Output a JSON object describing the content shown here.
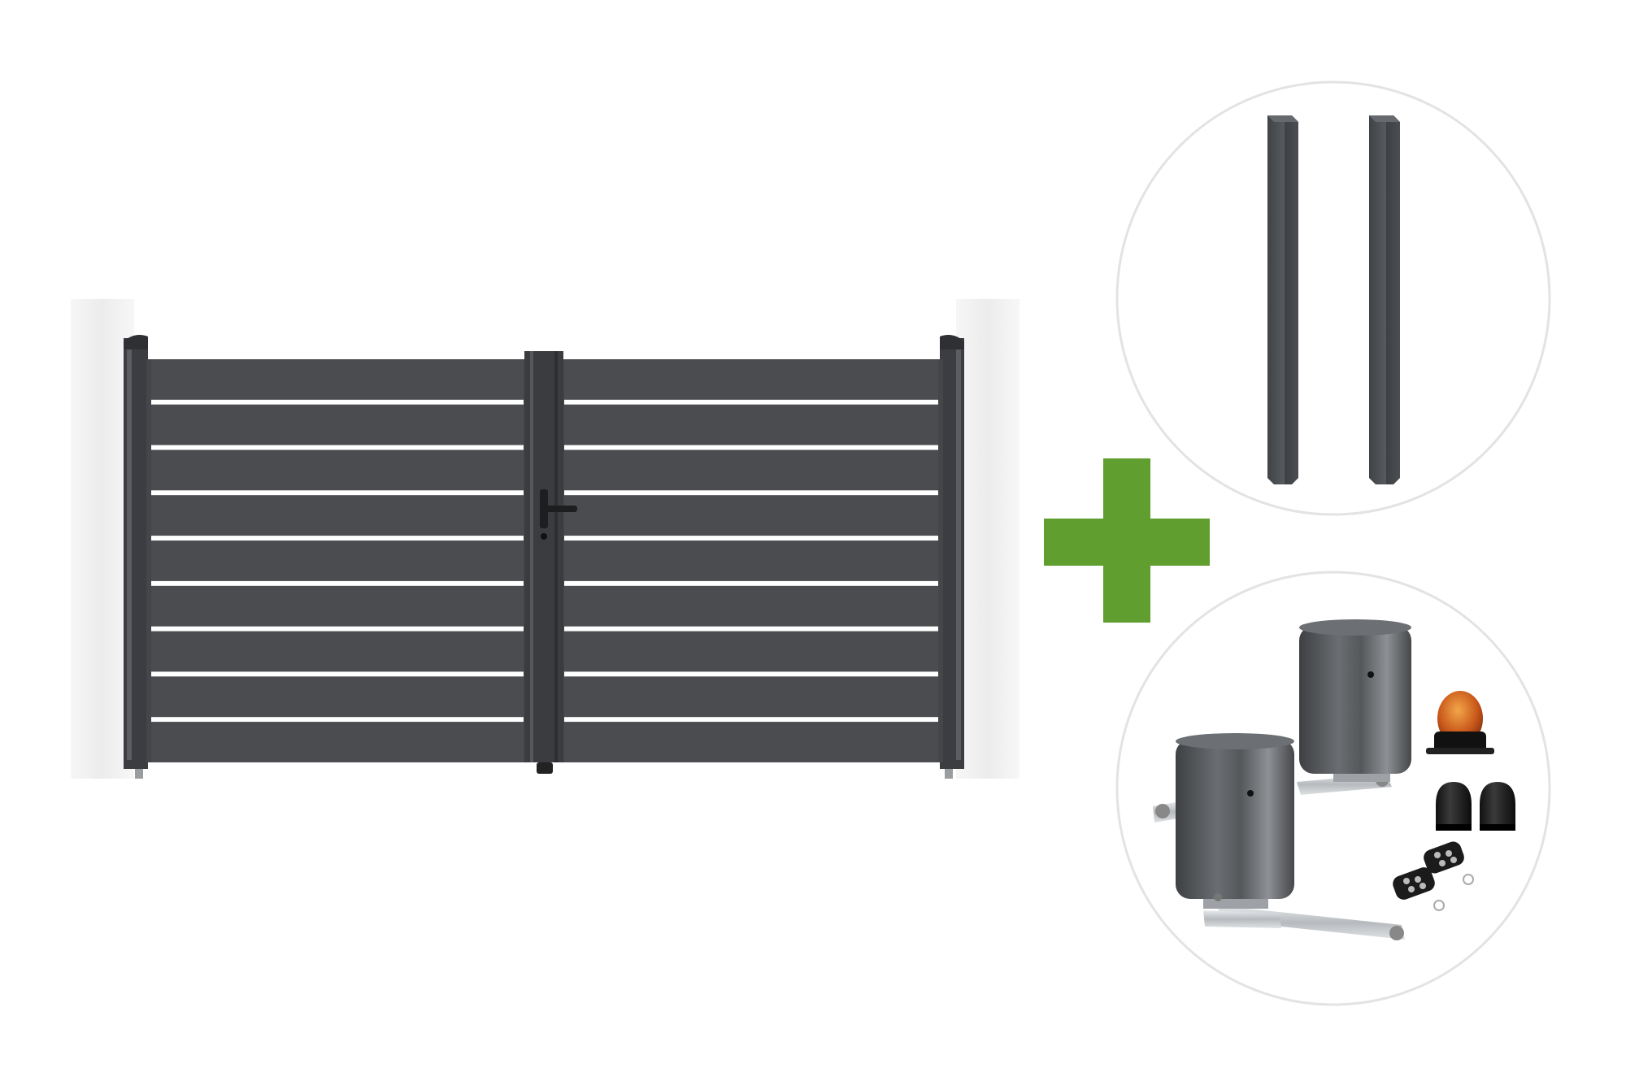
{
  "scene": {
    "type": "product-bundle-illustration",
    "components": [
      "gate-double-leaf",
      "plus-icon",
      "posts-pair",
      "motor-kit"
    ]
  },
  "colors": {
    "background": "#ffffff",
    "gate_anthracite": "#4a4c4f",
    "gate_dark": "#393b3e",
    "pillar": "#eeeeee",
    "plus_green": "#5f9e2f",
    "circle_border": "#e3e3e3",
    "post_gray": "#4f5357",
    "motor_gray": "#56585b",
    "steel": "#c9ccd0",
    "lamp_orange": "#d8741a"
  },
  "gate": {
    "leaves": 2,
    "slats_per_leaf": 9,
    "has_handle": true,
    "has_lock": true
  },
  "posts": {
    "count": 2
  },
  "motor_kit": {
    "motors": 2,
    "photocells": 2,
    "remotes": 2,
    "warning_lamp": 1
  }
}
